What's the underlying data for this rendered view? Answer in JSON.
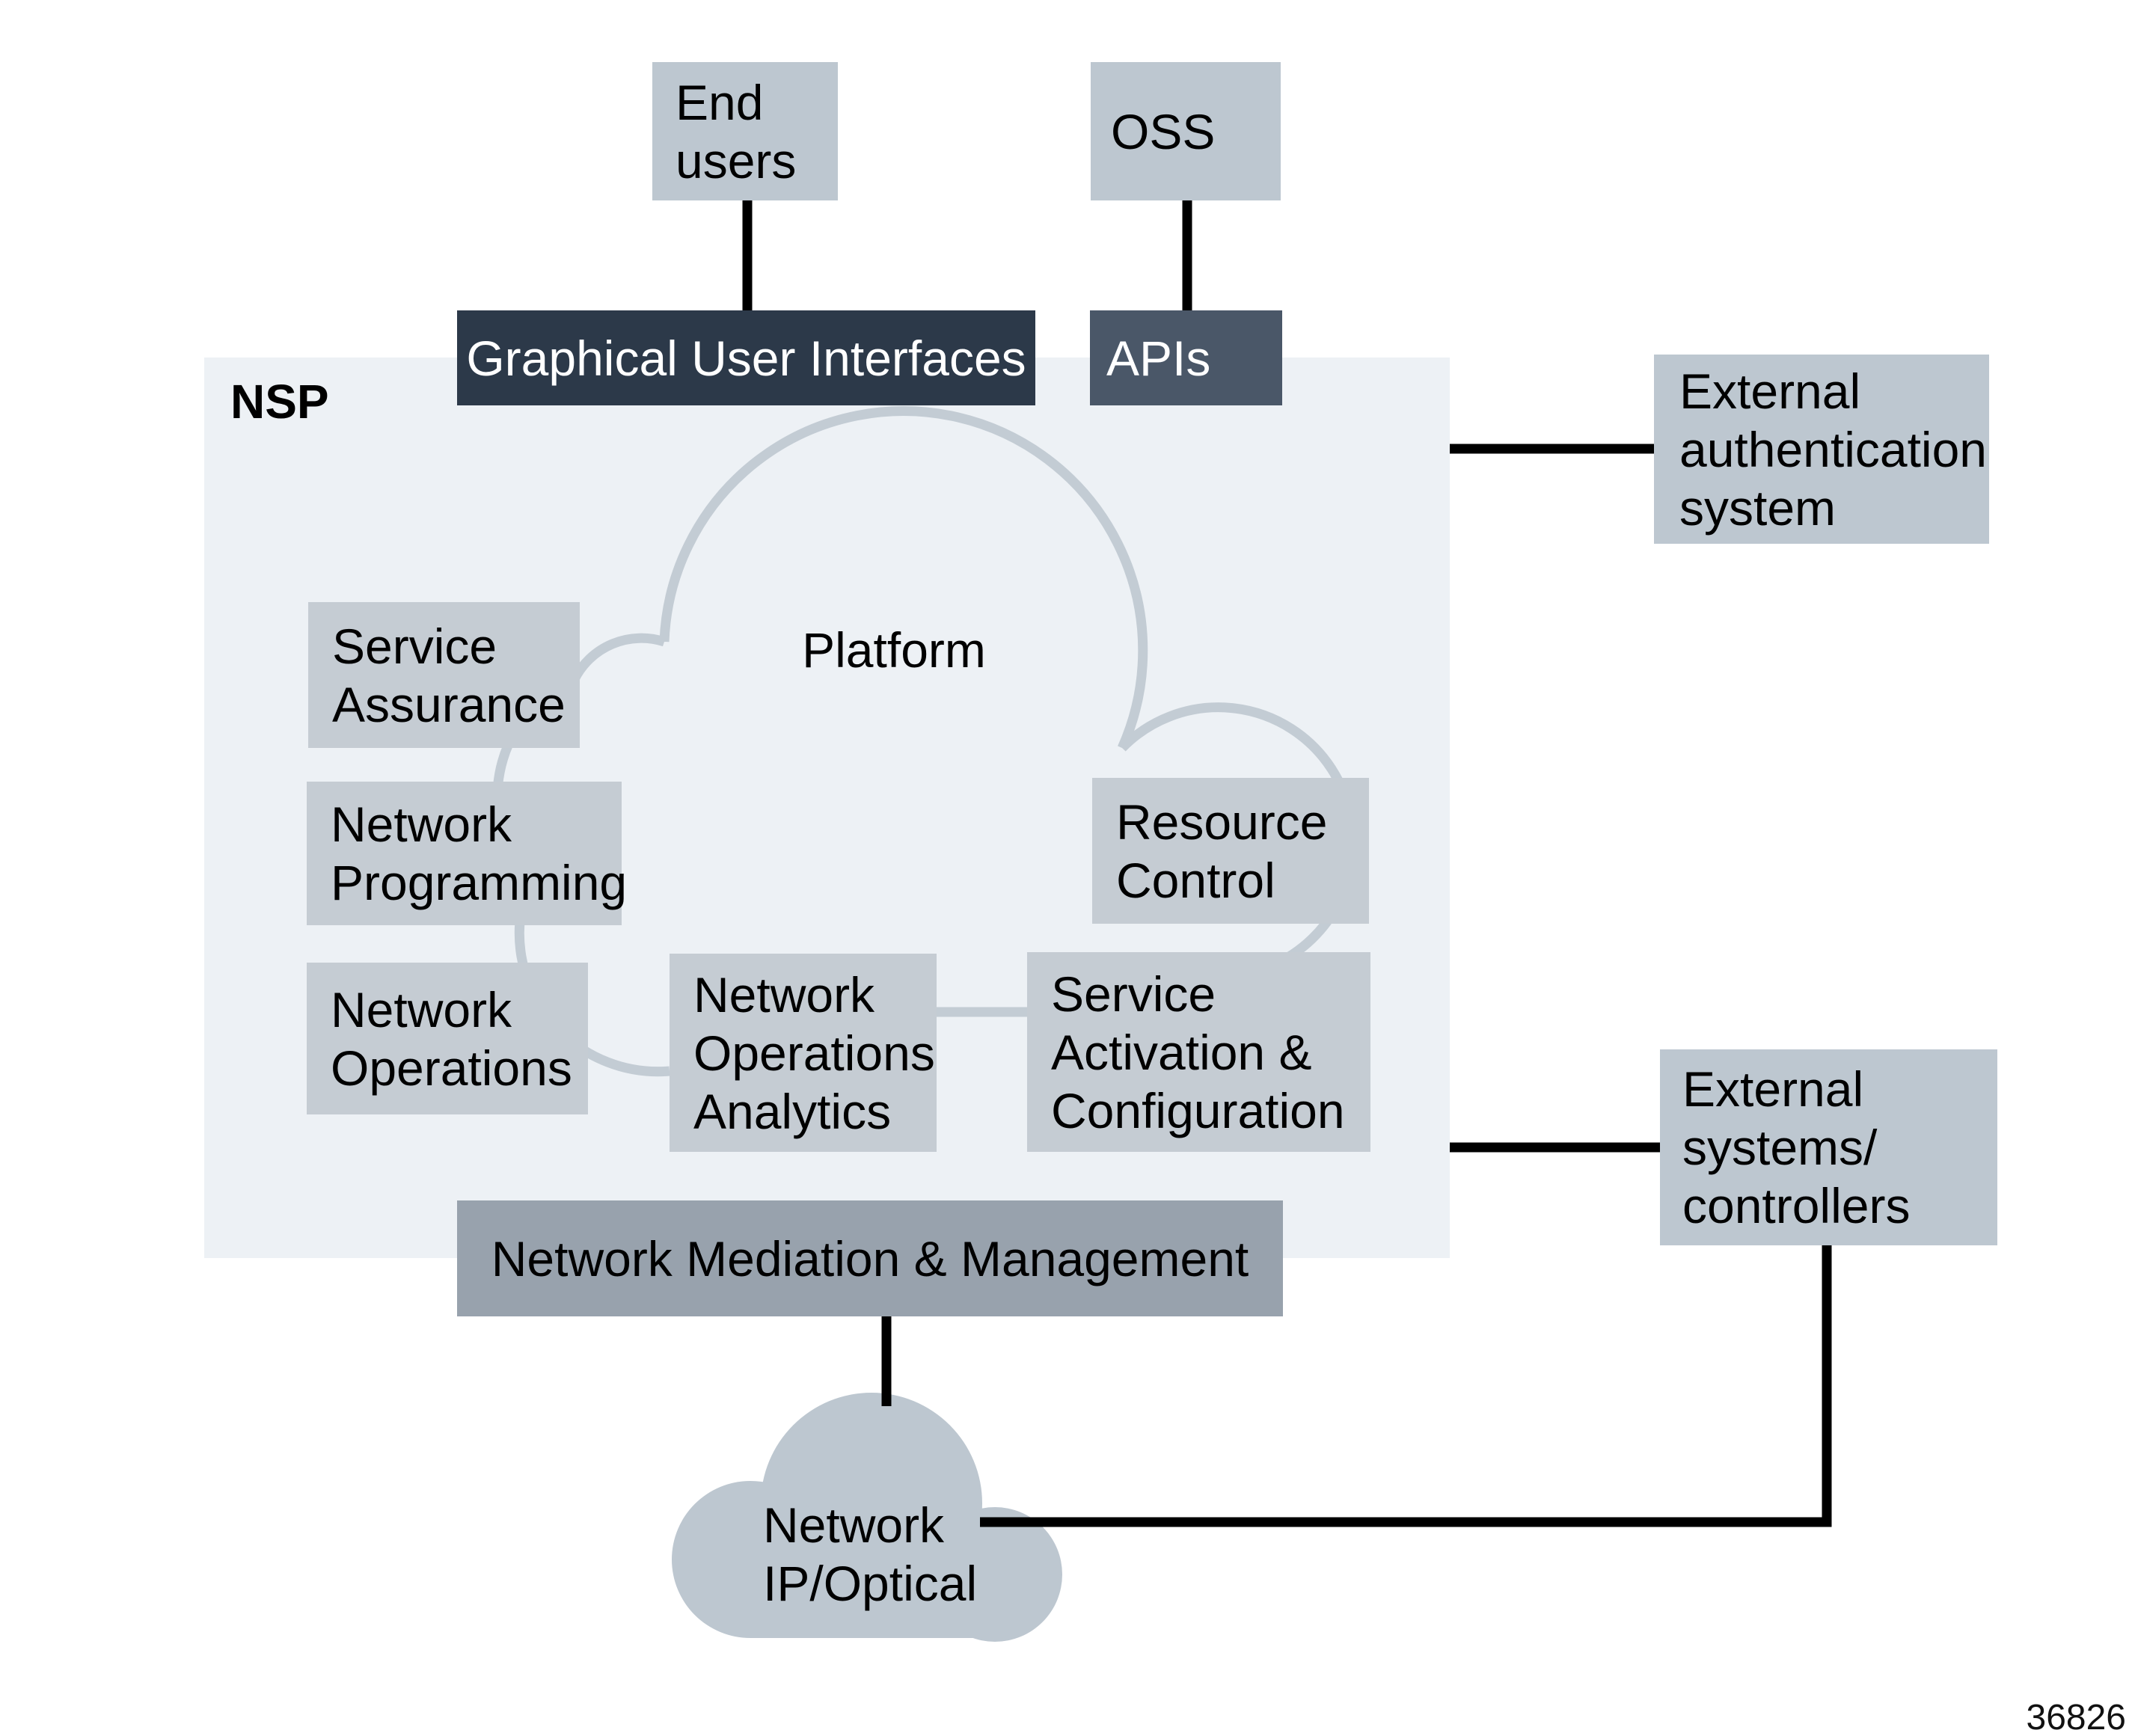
{
  "figure_number": "36826",
  "nsp": {
    "label": "NSP"
  },
  "platform": {
    "label": "Platform"
  },
  "nodes": {
    "end_users": {
      "label": "End\nusers"
    },
    "oss": {
      "label": "OSS"
    },
    "gui": {
      "label": "Graphical User Interfaces"
    },
    "apis": {
      "label": "APIs"
    },
    "service_assurance": {
      "label": "Service\nAssurance"
    },
    "network_programming": {
      "label": "Network\nProgramming"
    },
    "network_operations": {
      "label": "Network\nOperations"
    },
    "network_operations_analytics": {
      "label": "Network\nOperations\nAnalytics"
    },
    "service_activation_configuration": {
      "label": "Service\nActivation &\nConfiguration"
    },
    "resource_control": {
      "label": "Resource\nControl"
    },
    "network_mediation_management": {
      "label": "Network Mediation & Management"
    },
    "network_ip_optical": {
      "label": "Network\nIP/Optical"
    },
    "external_authentication_system": {
      "label": "External\nauthentication\nsystem"
    },
    "external_systems_controllers": {
      "label": "External\nsystems/\ncontrollers"
    }
  },
  "colors": {
    "nsp_background": "#edf1f5",
    "external_box": "#bdc7d0",
    "module_box": "#c5ccd3",
    "gui_box": "#2c3949",
    "apis_box": "#4a5768",
    "mediation_box": "#98a2ad",
    "cloud_fill": "#bdc7d0",
    "cloud_outline": "#c3ccd4",
    "connector": "#000000"
  }
}
